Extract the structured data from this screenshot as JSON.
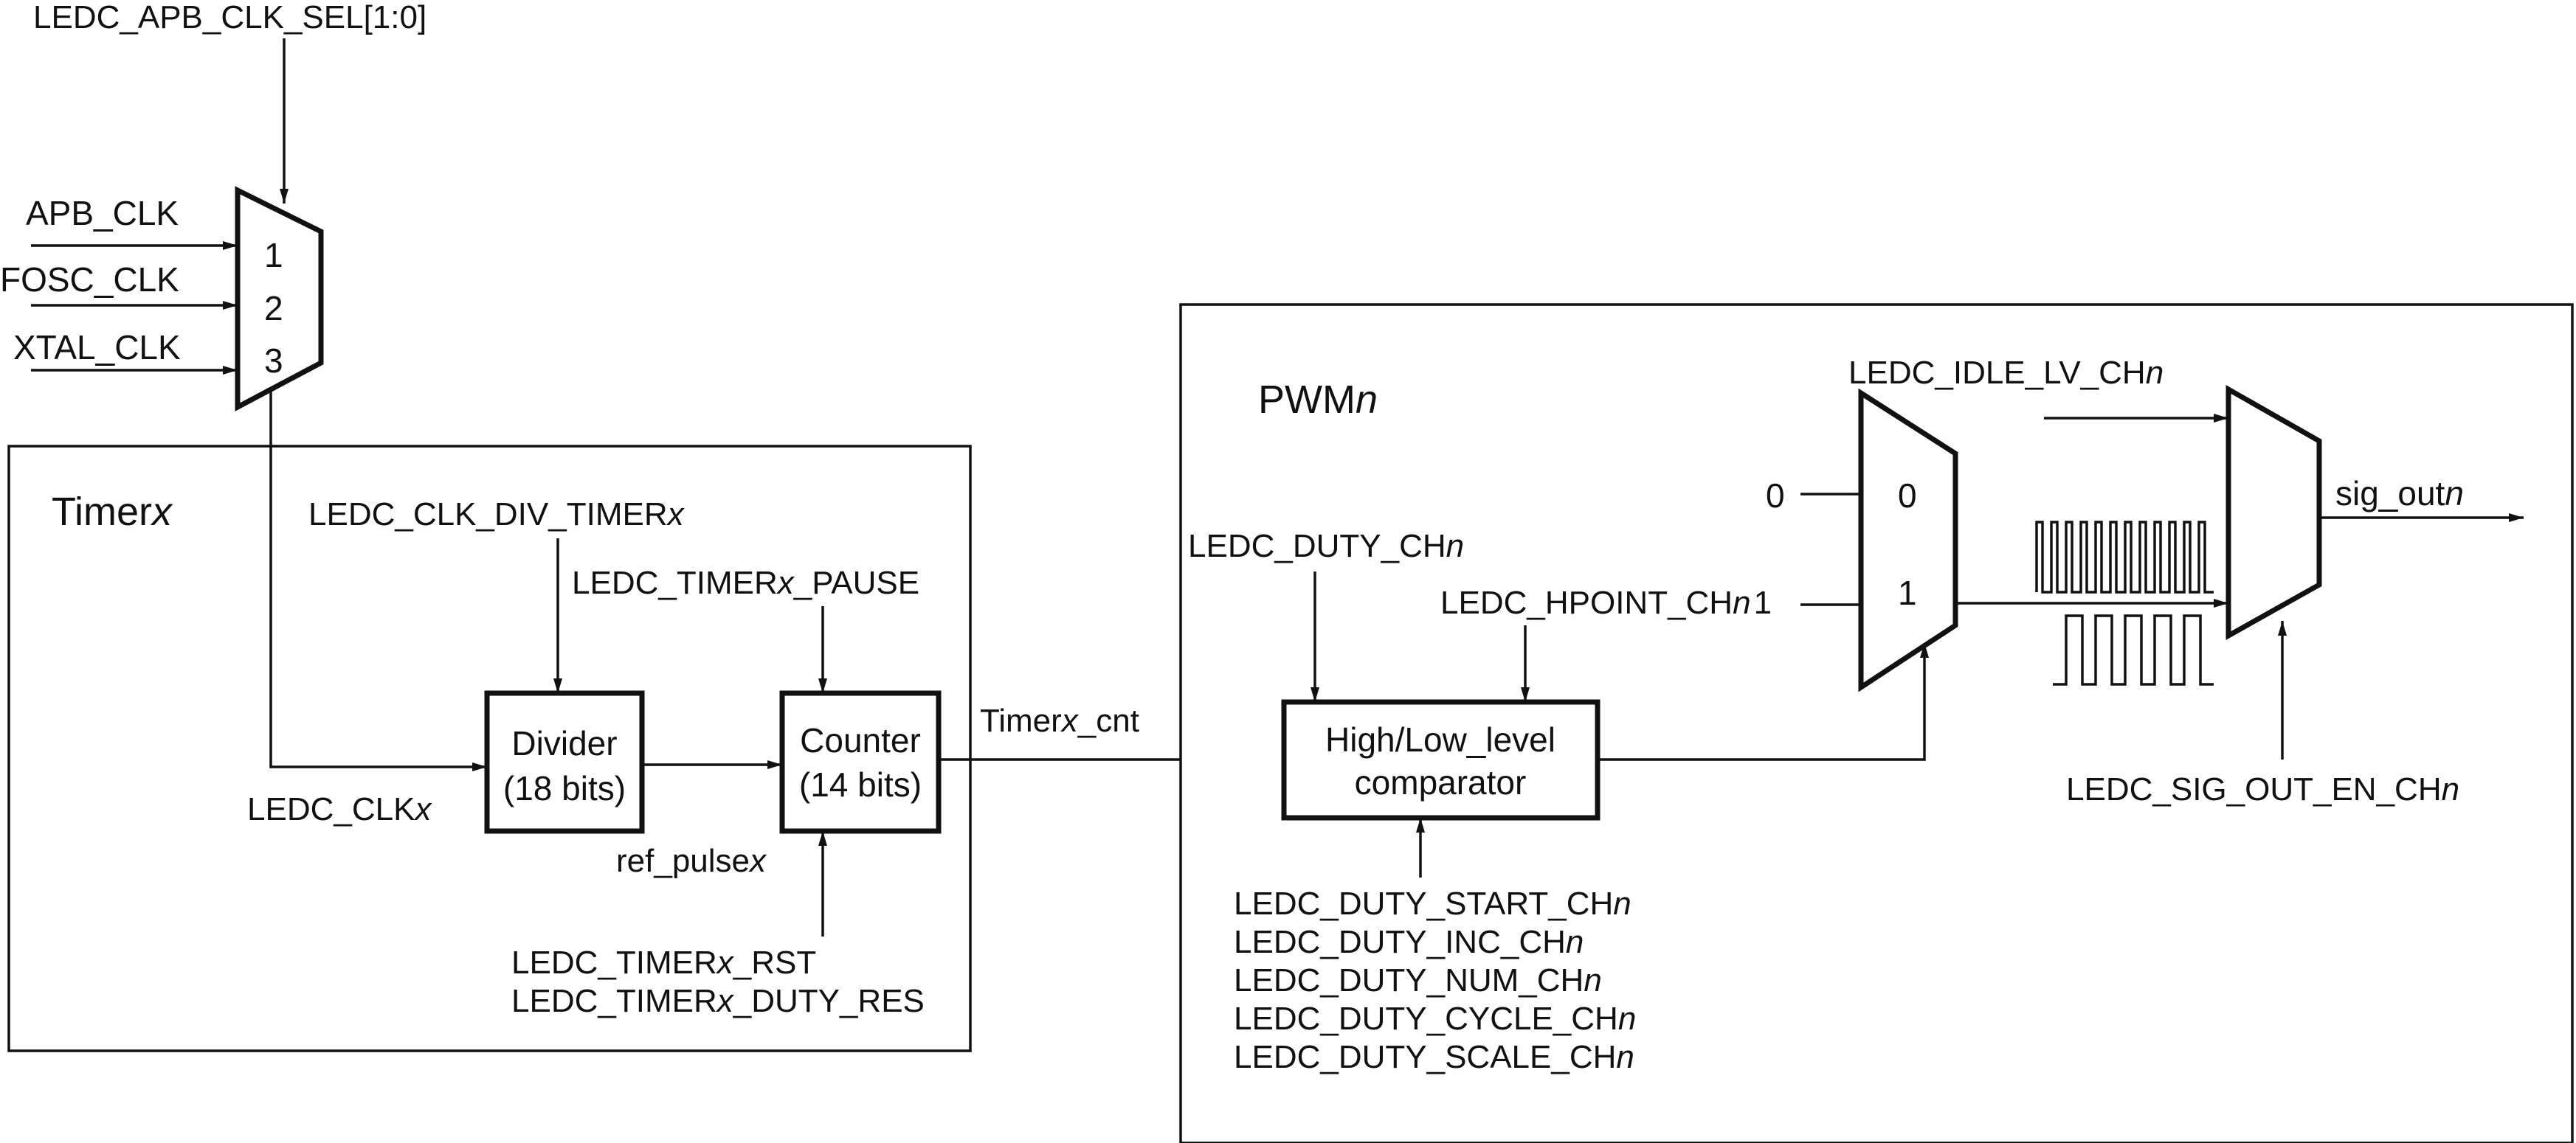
{
  "mux_sel_label": [
    "LEDC_APB_CLK_SEL[1:0]",
    ""
  ],
  "clk_inputs": [
    {
      "label": "APB_CLK",
      "port": "1"
    },
    {
      "label": "FOSC_CLK",
      "port": "2"
    },
    {
      "label": "XTAL_CLK",
      "port": "3"
    }
  ],
  "timer": {
    "title": [
      "Timer",
      "x"
    ],
    "clk_div_label": [
      "LEDC_CLK_DIV_TIMER",
      "x"
    ],
    "pause_label": [
      "LEDC_TIMER",
      "x",
      "_PAUSE"
    ],
    "clk_label": [
      "LEDC_CLK",
      "x"
    ],
    "ref_pulse_label": [
      "ref_pulse",
      "x"
    ],
    "rst_label": [
      "LEDC_TIMER",
      "x",
      "_RST"
    ],
    "duty_res_label": [
      "LEDC_TIMER",
      "x",
      "_DUTY_RES"
    ],
    "divider": [
      "Divider",
      "(18 bits)"
    ],
    "counter": [
      "Counter",
      "(14 bits)"
    ],
    "cnt_label": [
      "Timer",
      "x",
      "_cnt"
    ]
  },
  "pwm": {
    "title": [
      "PWM",
      "n"
    ],
    "duty_label": [
      "LEDC_DUTY_CH",
      "n"
    ],
    "hpoint_label": [
      "LEDC_HPOINT_CH",
      "n"
    ],
    "comparator": [
      "High/Low_level",
      "comparator"
    ],
    "duty_params": [
      [
        "LEDC_DUTY_START_CH",
        "n"
      ],
      [
        "LEDC_DUTY_INC_CH",
        "n"
      ],
      [
        "LEDC_DUTY_NUM_CH",
        "n"
      ],
      [
        "LEDC_DUTY_CYCLE_CH",
        "n"
      ],
      [
        "LEDC_DUTY_SCALE_CH",
        "n"
      ]
    ],
    "mux1_const_in": "0",
    "mux1_port0": "0",
    "mux1_port1": "1",
    "hpoint_suffix_in": "1",
    "idle_label": [
      "LEDC_IDLE_LV_CH",
      "n"
    ],
    "sig_out_en_label": [
      "LEDC_SIG_OUT_EN_CH",
      "n"
    ],
    "sig_out_label": [
      "sig_out",
      "n"
    ]
  }
}
